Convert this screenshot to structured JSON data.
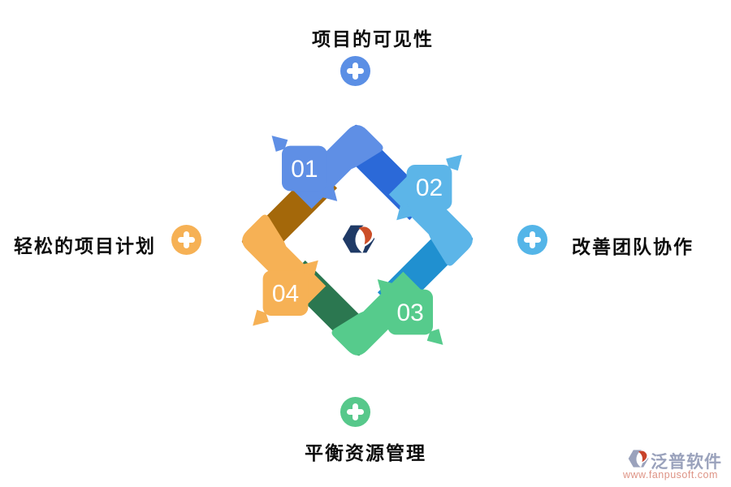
{
  "features": [
    {
      "id": "top",
      "label": "项目的可见性",
      "accent": "#5B8FE5"
    },
    {
      "id": "right",
      "label": "改善团队协作",
      "accent": "#54B5E8"
    },
    {
      "id": "bottom",
      "label": "平衡资源管理",
      "accent": "#57C88B"
    },
    {
      "id": "left",
      "label": "轻松的项目计划",
      "accent": "#F6B155"
    }
  ],
  "cycle": {
    "steps": [
      {
        "number": "01",
        "light": "#5F8FE5",
        "dark": "#2B69D8"
      },
      {
        "number": "02",
        "light": "#5CB5E8",
        "dark": "#2090D0"
      },
      {
        "number": "03",
        "light": "#56CB8C",
        "dark": "#2B7750"
      },
      {
        "number": "04",
        "light": "#F6B155",
        "dark": "#A4680A"
      }
    ],
    "number_color": "#ffffff"
  },
  "logo": {
    "primary": "#1F3A66",
    "accent": "#CC4E28"
  },
  "watermark": {
    "brand": "泛普软件",
    "url": "www.fanpusoft.com",
    "brand_color": "#9AA2BC",
    "url_color": "#DE9486",
    "logo_primary": "#9AA2BC",
    "logo_accent": "#C8432B"
  }
}
